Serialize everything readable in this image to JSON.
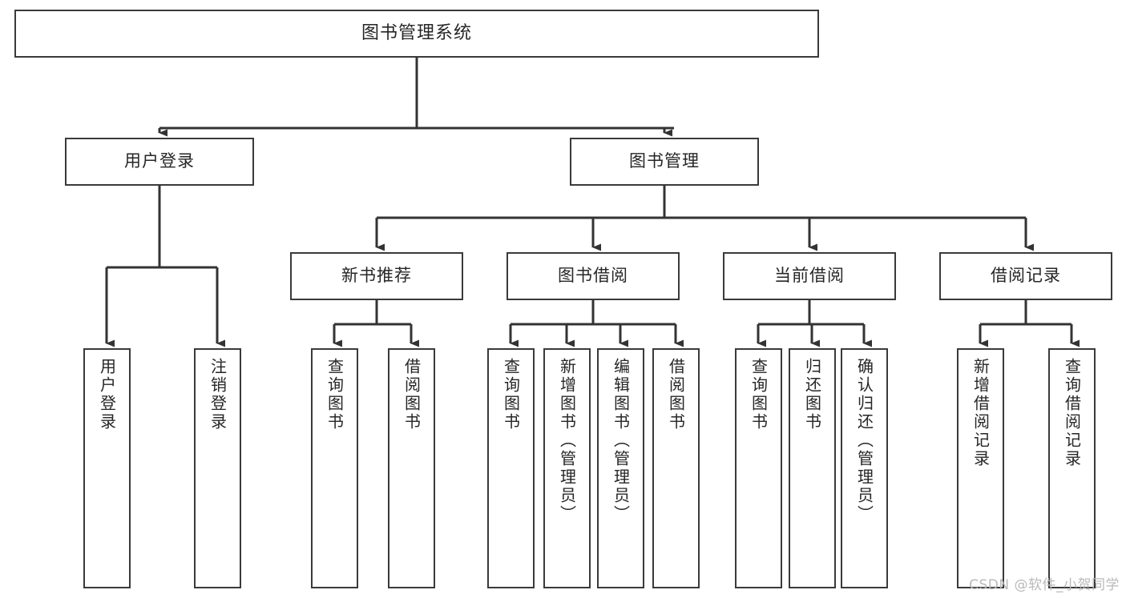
{
  "diagram": {
    "title": "图书管理系统",
    "type": "tree",
    "watermark": "CSDN @软件_小贺同学",
    "colors": {
      "node_border": "#3a3a3a",
      "node_fill": "#ffffff",
      "edge": "#333333",
      "text": "#262626",
      "watermark": "#b9b9b9",
      "background": "#ffffff"
    },
    "nodes": {
      "root": {
        "label": "图书管理系统"
      },
      "level2": [
        {
          "id": "user-login",
          "label": "用户登录"
        },
        {
          "id": "book-manage",
          "label": "图书管理"
        }
      ],
      "level3": [
        {
          "id": "new-book-recommend",
          "label": "新书推荐"
        },
        {
          "id": "book-borrow",
          "label": "图书借阅"
        },
        {
          "id": "current-borrow",
          "label": "当前借阅"
        },
        {
          "id": "borrow-record",
          "label": "借阅记录"
        }
      ],
      "leaves": {
        "user-login": [
          {
            "id": "leaf-user-login",
            "label": "用户登录"
          },
          {
            "id": "leaf-logout-login",
            "label": "注销登录"
          }
        ],
        "new-book-recommend": [
          {
            "id": "leaf-query-book-1",
            "label": "查询图书"
          },
          {
            "id": "leaf-borrow-book-1",
            "label": "借阅图书"
          }
        ],
        "book-borrow": [
          {
            "id": "leaf-query-book-2",
            "label": "查询图书"
          },
          {
            "id": "leaf-add-book",
            "label": "新增图书（管理员）"
          },
          {
            "id": "leaf-edit-book",
            "label": "编辑图书（管理员）"
          },
          {
            "id": "leaf-borrow-book-2",
            "label": "借阅图书"
          }
        ],
        "current-borrow": [
          {
            "id": "leaf-query-book-3",
            "label": "查询图书"
          },
          {
            "id": "leaf-return-book",
            "label": "归还图书"
          },
          {
            "id": "leaf-confirm-return",
            "label": "确认归还（管理员）"
          }
        ],
        "borrow-record": [
          {
            "id": "leaf-add-record",
            "label": "新增借阅记录"
          },
          {
            "id": "leaf-query-record",
            "label": "查询借阅记录"
          }
        ]
      }
    }
  }
}
